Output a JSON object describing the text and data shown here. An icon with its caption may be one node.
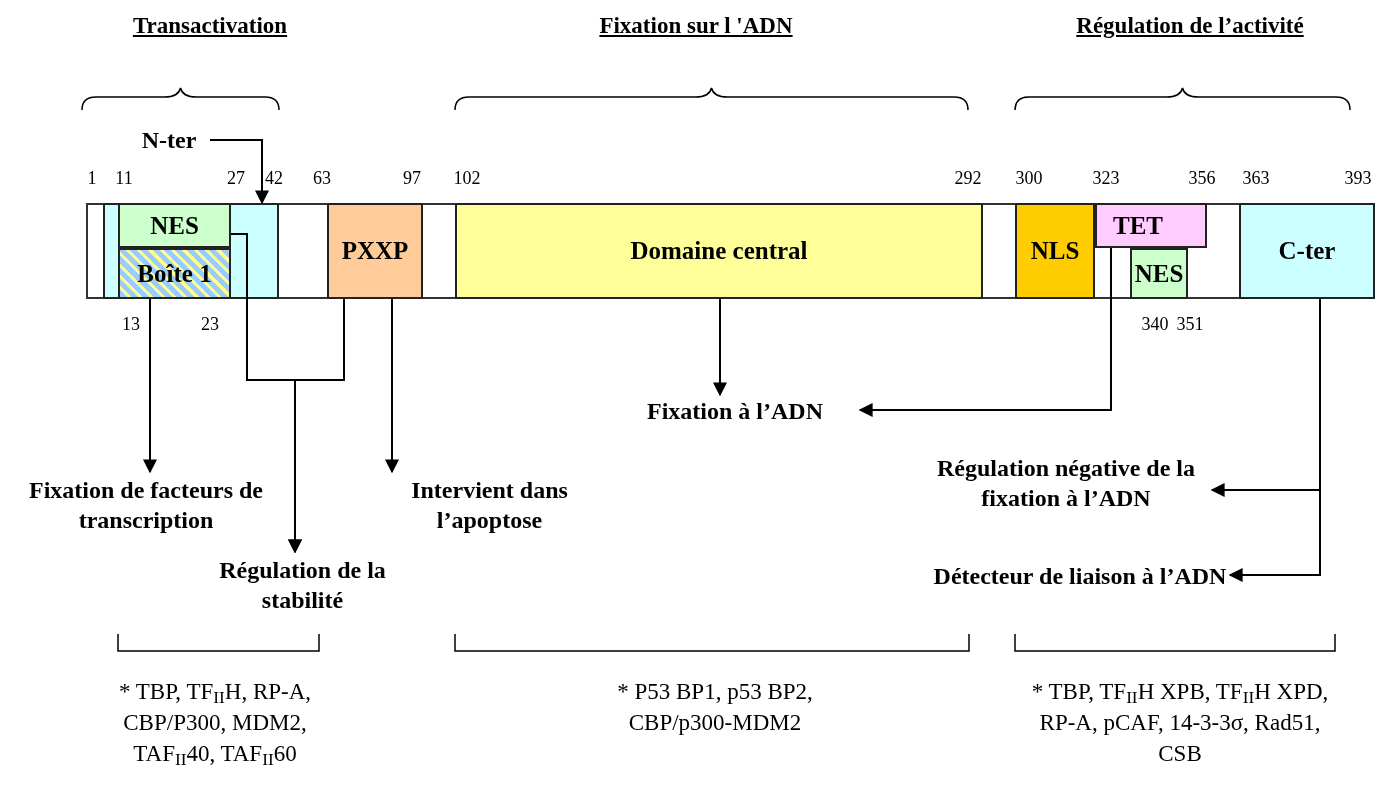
{
  "diagram": {
    "nodes": [
      {
        "text": [],
        "shape": "bar"
      },
      {
        "text": [],
        "shape": "box",
        "in": 0
      },
      {
        "text": [
          "NES"
        ],
        "in": 1
      },
      {
        "text": [
          "Boîte 1"
        ],
        "in": 1
      },
      {
        "text": [
          "PXXP"
        ],
        "in": 0
      },
      {
        "text": [
          "Domaine central"
        ],
        "in": 0
      },
      {
        "text": [
          "NLS"
        ],
        "in": 0
      },
      {
        "text": [
          "TET"
        ],
        "in": 0
      },
      {
        "text": [
          "NES"
        ],
        "in": 0
      },
      {
        "text": [
          "C-ter"
        ],
        "in": 0
      },
      {
        "text": [
          "N-ter"
        ]
      },
      {
        "text": [
          "Fixation de facteurs de transcription"
        ]
      },
      {
        "text": [
          "Régulation de la stabilité"
        ]
      },
      {
        "text": [
          "Intervient dans l’apoptose"
        ]
      },
      {
        "text": [
          "Fixation à l’ADN"
        ]
      },
      {
        "text": [
          "Régulation négative de la fixation à l’ADN"
        ]
      },
      {
        "text": [
          "Détecteur de liaison à l’ADN"
        ]
      }
    ],
    "edges": [
      {
        "from": 10,
        "to": 1,
        "arrow": "to"
      },
      {
        "from": 3,
        "to": 11,
        "arrow": "to"
      },
      {
        "from": 2,
        "to": 12,
        "arrow": "to"
      },
      {
        "from": 4,
        "to": 12,
        "arrow": "to"
      },
      {
        "from": 4,
        "to": 13,
        "arrow": "to"
      },
      {
        "from": 5,
        "to": 14,
        "arrow": "to"
      },
      {
        "from": 7,
        "to": 14,
        "arrow": "to"
      },
      {
        "from": 9,
        "to": 15,
        "arrow": "to"
      },
      {
        "from": 9,
        "to": 16,
        "arrow": "to"
      }
    ],
    "labels": [
      "Transactivation",
      "Fixation sur l 'ADN",
      "Régulation de l’activité",
      "1",
      "11",
      "27",
      "42",
      "63",
      "97",
      "102",
      "292",
      "300",
      "323",
      "356",
      "363",
      "393",
      "13",
      "23",
      "340",
      "351",
      "* TBP, TF$_{II}$H, RP-A, CBP/P300, MDM2, TAF$_{II}$40, TAF$_{II}$60",
      "* P53 BP1, p53 BP2, CBP/p300-MDM2",
      "* TBP, TF$_{II}$H XPB, TF$_{II}$H XPD, RP-A, pCAF, 14-3-3σ, Rad51, CSB"
    ]
  }
}
